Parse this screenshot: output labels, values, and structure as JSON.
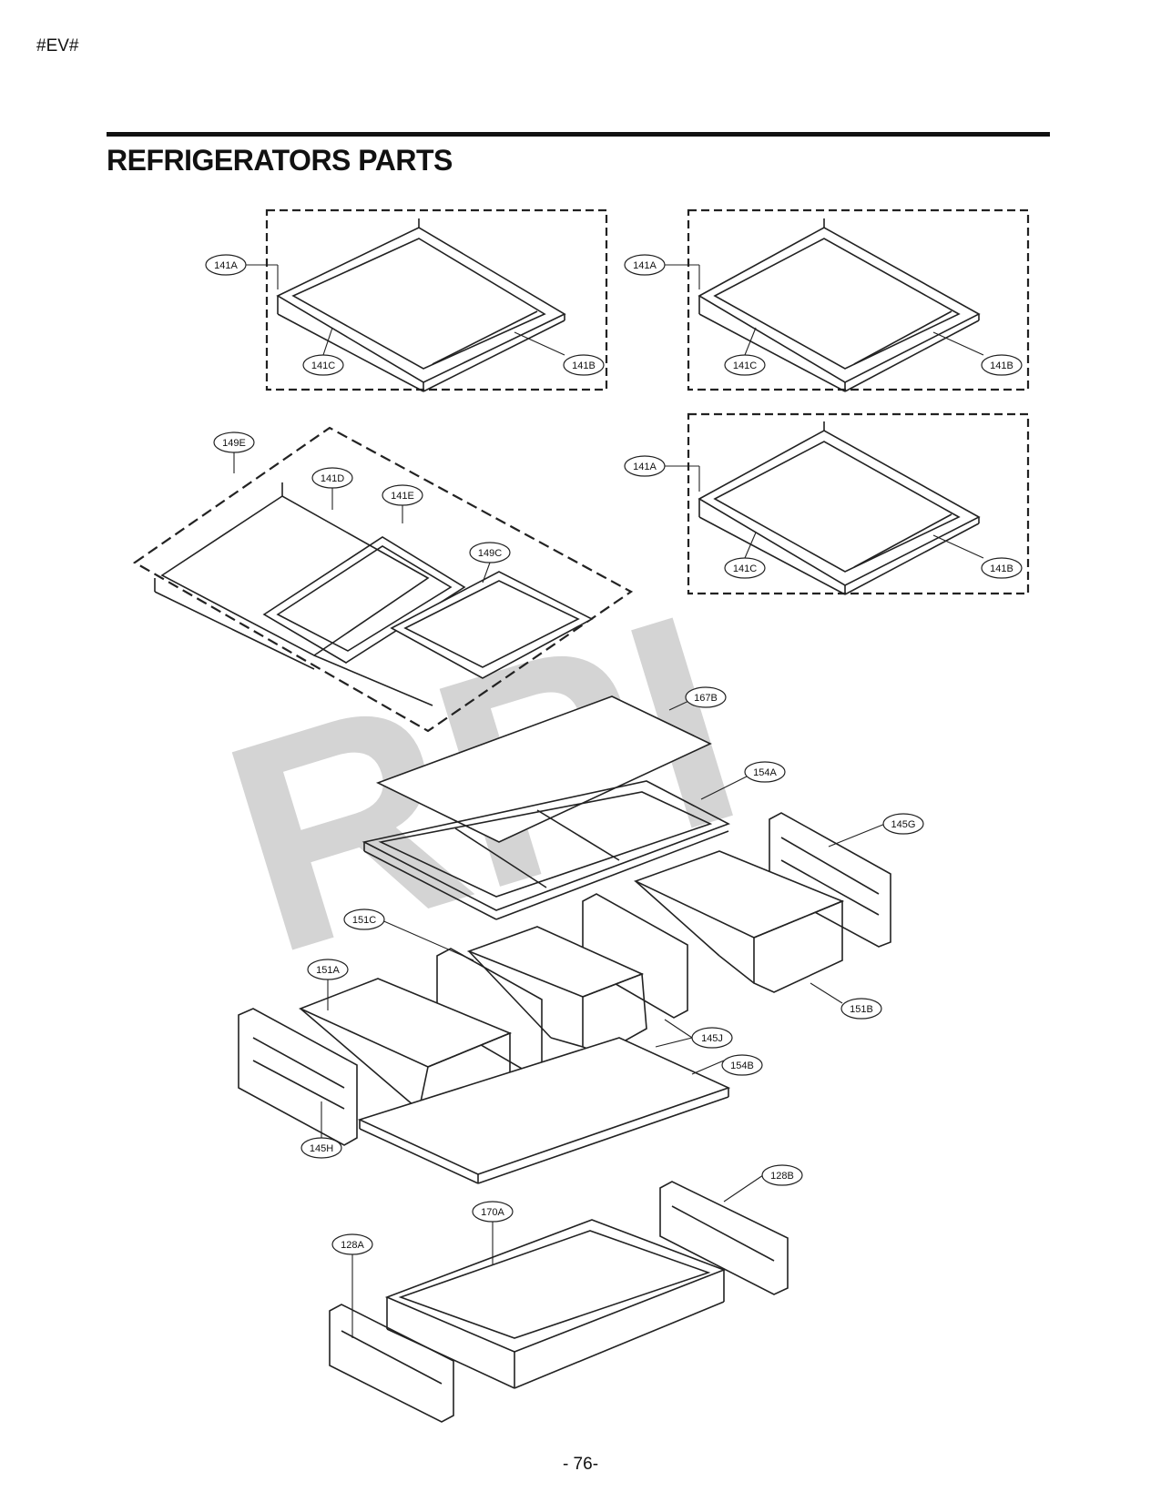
{
  "header": {
    "doc_code": "#EV#",
    "title": "REFRIGERATORS PARTS"
  },
  "watermark": "RPI",
  "callouts": {
    "tl_141A": "141A",
    "tl_141C": "141C",
    "tl_141B": "141B",
    "tr_141A": "141A",
    "tr_141C": "141C",
    "tr_141B": "141B",
    "mr_141A": "141A",
    "mr_141C": "141C",
    "mr_141B": "141B",
    "p149E": "149E",
    "p141D": "141D",
    "p141E": "141E",
    "p149C": "149C",
    "p167B": "167B",
    "p154A": "154A",
    "p145G": "145G",
    "p151C": "151C",
    "p151A": "151A",
    "p151B": "151B",
    "p145J": "145J",
    "p154B": "154B",
    "p145H": "145H",
    "p128B": "128B",
    "p170A": "170A",
    "p128A": "128A"
  },
  "footer": {
    "page_number": "- 76-"
  },
  "colors": {
    "line": "#222222",
    "watermark": "#d4d4d4"
  }
}
